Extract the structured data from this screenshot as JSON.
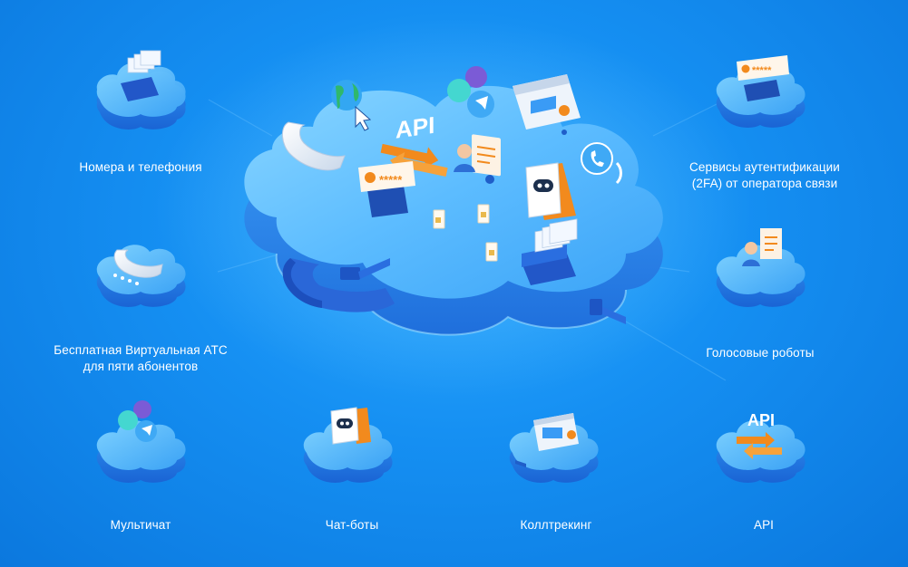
{
  "center": {
    "api_text": "API",
    "password_mask": "*****"
  },
  "services": [
    {
      "id": "numbers",
      "lines": [
        "Номера и телефония"
      ],
      "icon": "server-stack-icon"
    },
    {
      "id": "auth2fa",
      "lines": [
        "Сервисы аутентификации",
        "(2FA) от оператора связи"
      ],
      "icon": "password-phone-icon"
    },
    {
      "id": "vats",
      "lines": [
        "Бесплатная Виртуальная АТС",
        "для пяти абонентов"
      ],
      "icon": "phone-handset-icon"
    },
    {
      "id": "voicebots",
      "lines": [
        "Голосовые роботы"
      ],
      "icon": "operator-headset-icon"
    },
    {
      "id": "multichat",
      "lines": [
        "Мультичат"
      ],
      "icon": "chat-bubbles-icon"
    },
    {
      "id": "chatbots",
      "lines": [
        "Чат-боты"
      ],
      "icon": "chatbot-icon"
    },
    {
      "id": "calltracking",
      "lines": [
        "Коллтрекинг"
      ],
      "icon": "browser-window-icon"
    },
    {
      "id": "api",
      "lines": [
        "API"
      ],
      "icon": "api-arrows-icon"
    }
  ],
  "small_api_text": "API",
  "colors": {
    "background": "#158ff2",
    "cloud_top": "#5cc0ff",
    "cloud_side": "#2f8ef0",
    "accent_orange": "#f28a1d",
    "viber_purple": "#7b5bd6",
    "telegram_blue": "#3fa9f5"
  }
}
